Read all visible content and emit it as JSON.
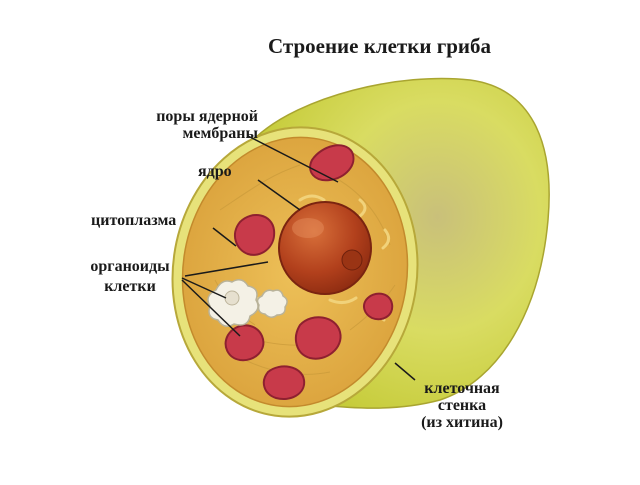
{
  "title": "Строение клетки гриба",
  "labels": {
    "pores_line1": "поры ядерной",
    "pores_line2": "мембраны",
    "nucleus": "ядро",
    "cytoplasm": "цитоплазма",
    "organoids_line1": "органоиды",
    "organoids_line2": "клетки",
    "wall_line1": "клеточная",
    "wall_line2": "стенка",
    "wall_line3": "(из хитина)"
  },
  "colors": {
    "wall_outer": "#dde06a",
    "cytoplasm": "#e8b84a",
    "nucleus": "#b5421c",
    "organelle": "#c83a4a",
    "vacuole": "#f4f1e6"
  }
}
